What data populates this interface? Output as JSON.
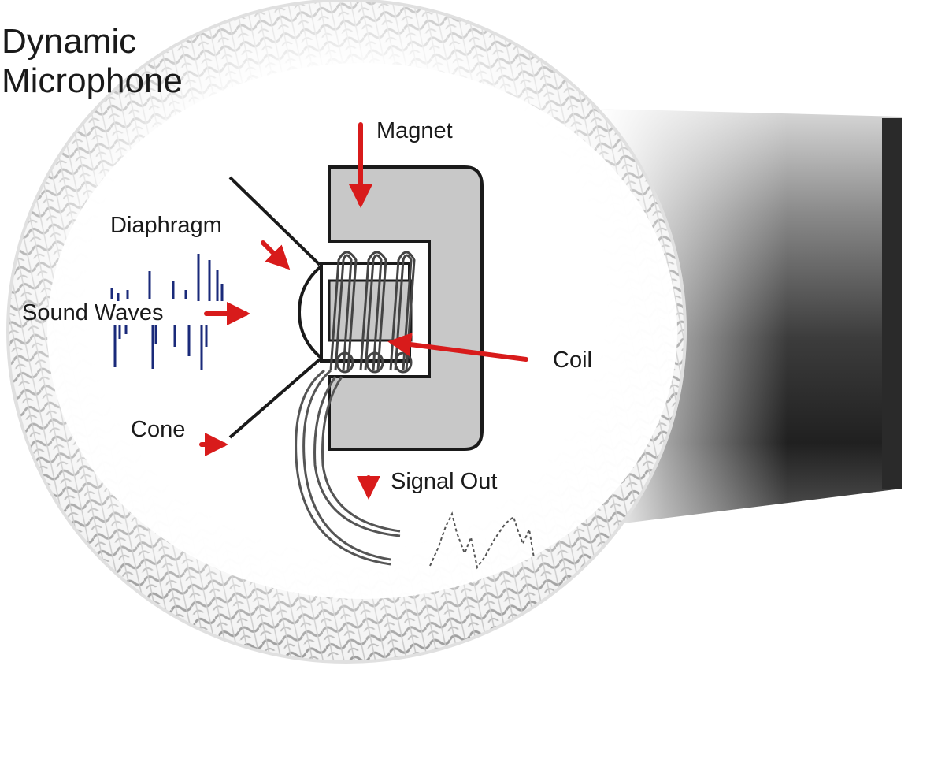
{
  "title_line1": "Dynamic",
  "title_line2": "Microphone",
  "labels": {
    "magnet": "Magnet",
    "diaphragm": "Diaphragm",
    "sound_waves": "Sound Waves",
    "coil": "Coil",
    "cone": "Cone",
    "signal_out": "Signal Out"
  },
  "colors": {
    "arrow": "#d81b1b",
    "wave": "#1a2a7a",
    "magnet_fill": "#c8c8c8"
  }
}
